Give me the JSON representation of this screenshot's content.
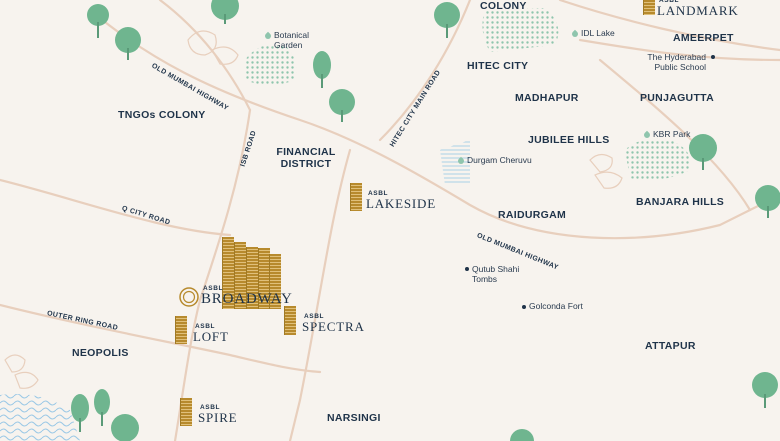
{
  "areas": {
    "colony": "COLONY",
    "hitec_city": "HITEC CITY",
    "madhapur": "MADHAPUR",
    "punjagutta": "PUNJAGUTTA",
    "ameerpet": "AMEERPET",
    "tngos_colony": "TNGOs COLONY",
    "financial_district": "FINANCIAL DISTRICT",
    "jubilee_hills": "JUBILEE HILLS",
    "raidurgam": "RAIDURGAM",
    "banjara_hills": "BANJARA HILLS",
    "neopolis": "NEOPOLIS",
    "attapur": "ATTAPUR",
    "narsingi": "NARSINGI"
  },
  "roads": {
    "old_mumbai_highway_1": "OLD MUMBAI HIGHWAY",
    "old_mumbai_highway_2": "OLD MUMBAI HIGHWAY",
    "hitec_city_main_road": "HITEC CITY MAIN ROAD",
    "isb_road": "ISB ROAD",
    "q_city_road": "Q CITY ROAD",
    "outer_ring_road": "OUTER RING ROAD"
  },
  "landmarks": {
    "botanical_garden": "Botanical Garden",
    "idl_lake": "IDL Lake",
    "hyderabad_public_school": "The Hyderabad Public School",
    "kbr_park": "KBR Park",
    "durgam_cheruvu": "Durgam Cheruvu",
    "qutub_shahi_tombs": "Qutub Shahi Tombs",
    "golconda_fort": "Golconda Fort"
  },
  "projects": {
    "brand": "ASBL",
    "landmark": "LANDMARK",
    "lakeside": "LAKESIDE",
    "broadway": "BROADWAY",
    "loft": "LOFT",
    "spectra": "SPECTRA",
    "spire": "SPIRE"
  },
  "colors": {
    "background": "#f7f3ee",
    "road": "#e8cfbd",
    "label": "#1f3349",
    "tree": "#6fb58f",
    "water": "#8fc5ad",
    "gold": "#b78a2d"
  }
}
